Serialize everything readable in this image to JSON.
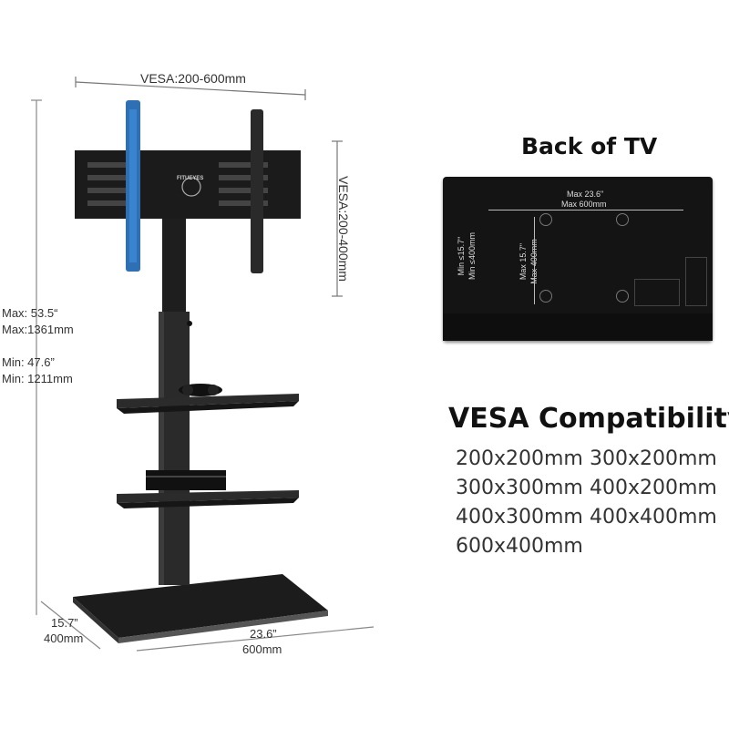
{
  "stand": {
    "vesa_width_label": "VESA:200-600mm",
    "vesa_height_label": "VESA:200-400mm",
    "brand_mark": "FITUEYES",
    "max_height_in": "Max: 53.5“",
    "max_height_mm": "Max:1361mm",
    "min_height_in": "Min:  47.6”",
    "min_height_mm": "Min: 1211mm",
    "depth_in": "15.7”",
    "depth_mm": "400mm",
    "width_in": "23.6”",
    "width_mm": "600mm"
  },
  "back_of_tv": {
    "title": "Back of TV",
    "max_width_in": "Max 23.6\"",
    "max_width_mm": "Max 600mm",
    "max_height_in": "Max 15.7\"",
    "max_height_mm": "Max 400mm",
    "min_height_in": "Min ≤15.7\"",
    "min_height_mm": "Min ≤400mm"
  },
  "vesa": {
    "title": "VESA Compatibility",
    "sizes": [
      "200x200mm",
      "300x200mm",
      "300x300mm",
      "400x200mm",
      "400x300mm",
      "400x400mm",
      "600x400mm"
    ]
  },
  "colors": {
    "bracket_blue": "#2f6fb3",
    "stand_black": "#1c1c1c"
  }
}
